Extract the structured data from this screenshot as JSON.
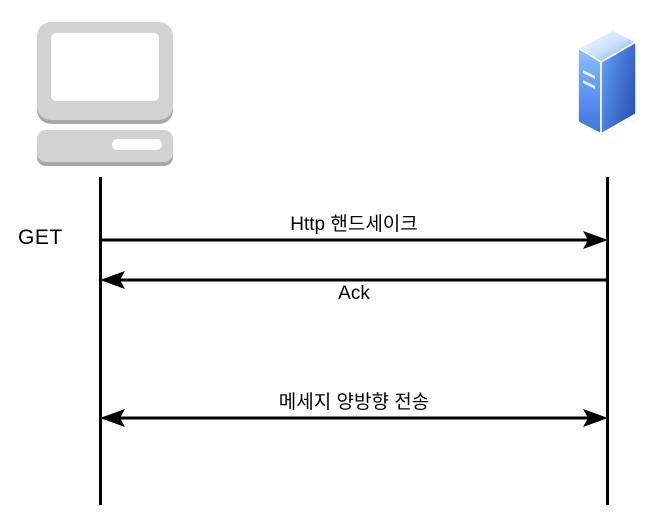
{
  "diagram": {
    "title": "HTTP handshake sequence diagram",
    "type": "sequence-diagram",
    "colors": {
      "line": "#000000",
      "client_body": "#d2d2d2",
      "client_shadow": "#a8a8a8",
      "client_screen": "#ffffff",
      "server_front": "#3f6fd8",
      "server_side": "#5e9bf5",
      "server_top": "#bcd9fb"
    },
    "actors": [
      {
        "id": "client",
        "icon": "desktop-computer-icon"
      },
      {
        "id": "server",
        "icon": "server-tower-icon"
      }
    ],
    "side_label": "GET",
    "messages": [
      {
        "label": "Http 핸드세이크",
        "direction": "right",
        "label_position": "above"
      },
      {
        "label": "Ack",
        "direction": "left",
        "label_position": "below"
      },
      {
        "label": "메세지 양방향 전송",
        "direction": "both",
        "label_position": "above"
      }
    ]
  }
}
